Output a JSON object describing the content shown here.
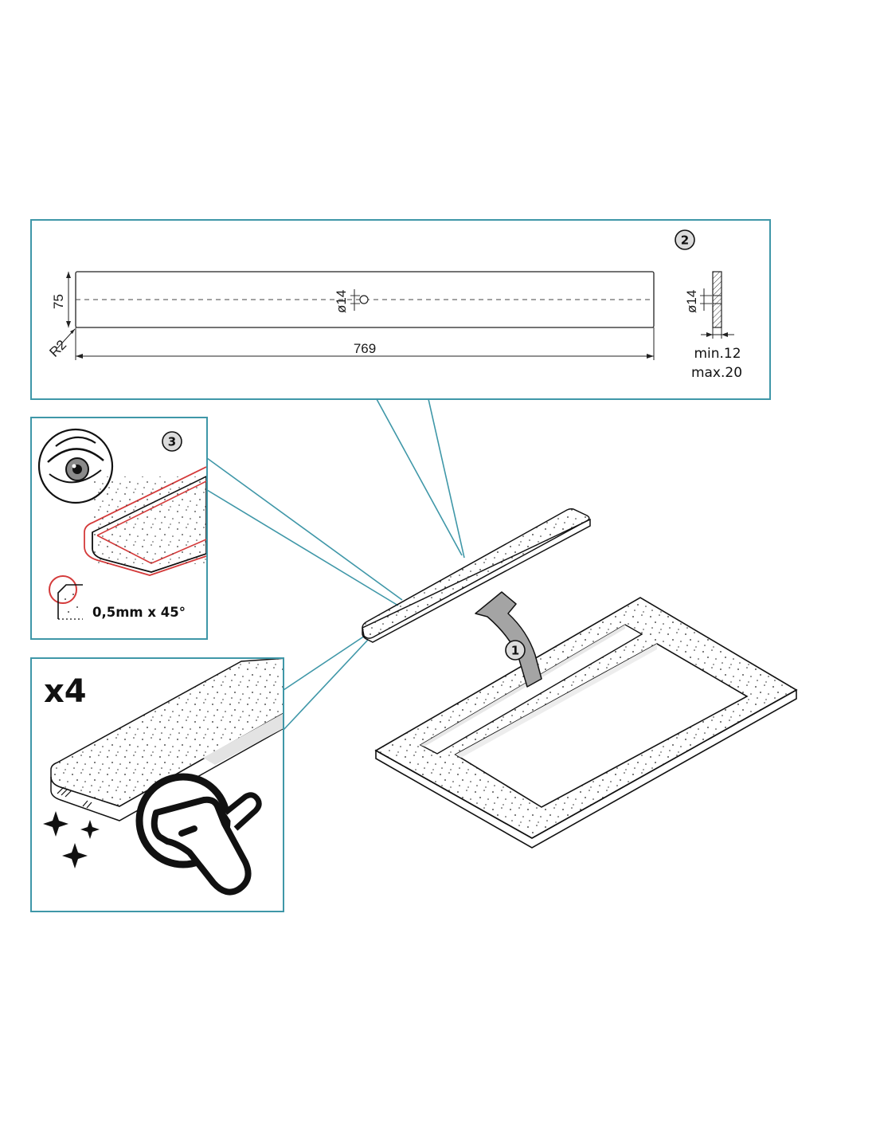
{
  "drawing": {
    "step_1": "1",
    "step_2": "2",
    "step_3": "3",
    "dim_height": "75",
    "dim_radius": "R2",
    "dim_length": "769",
    "dim_hole": "ø14",
    "dim_hole_side": "ø14",
    "thickness_min": "min.12",
    "thickness_max": "max.20",
    "chamfer": "0,5mm x 45°",
    "quantity": "x4"
  },
  "colors": {
    "frame": "#3f97a8",
    "highlight": "#d43a3a",
    "ink": "#111111"
  },
  "icons": [
    "eye-icon",
    "chamfer-detail-icon",
    "sander-icon",
    "sparkle-icon",
    "lift-arrow-icon"
  ]
}
